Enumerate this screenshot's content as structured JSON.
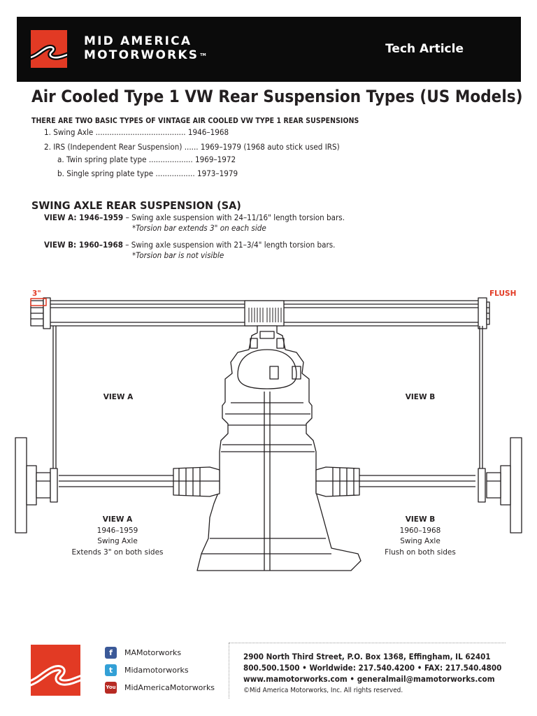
{
  "header": {
    "brand_line1": "MID AMERICA",
    "brand_line2": "MOTORWORKS",
    "tm": "TM",
    "tag": "Tech Article"
  },
  "title": "Air Cooled Type 1 VW Rear Suspension Types (US Models)",
  "intro": {
    "heading": "THERE ARE TWO BASIC TYPES OF VINTAGE AIR COOLED VW TYPE 1 REAR SUSPENSIONS",
    "items": [
      "1. Swing Axle ....................................... 1946–1968",
      "2. IRS (Independent Rear Suspension) ...... 1969–1979 (1968 auto stick used IRS)",
      "a. Twin spring plate type ................... 1969–1972",
      "b. Single spring plate type ................. 1973–1979"
    ]
  },
  "section": {
    "heading": "SWING AXLE REAR SUSPENSION (SA)",
    "view_a_label": "VIEW A: 1946–1959",
    "view_a_text": " – Swing axle suspension with 24–11/16\" length torsion bars.",
    "view_a_note": "*Torsion bar extends 3\" on each side",
    "view_b_label": "VIEW B: 1960–1968",
    "view_b_text": " – Swing axle suspension with 21–3/4\" length torsion bars.",
    "view_b_note": "*Torsion bar is not visible"
  },
  "diagram": {
    "left_measure": "3\"",
    "right_measure": "FLUSH",
    "upper_left": "VIEW A",
    "upper_right": "VIEW B",
    "view_a": {
      "title": "VIEW A",
      "years": "1946–1959",
      "type": "Swing Axle",
      "note": "Extends 3\" on both sides"
    },
    "view_b": {
      "title": "VIEW B",
      "years": "1960–1968",
      "type": "Swing Axle",
      "note": "Flush on both sides"
    }
  },
  "footer": {
    "social": [
      {
        "icon": "facebook-icon",
        "glyph": "f",
        "color": "#3b5998",
        "label": "MAMotorworks"
      },
      {
        "icon": "twitter-icon",
        "glyph": "t",
        "color": "#33a0d6",
        "label": "Midamotorworks"
      },
      {
        "icon": "youtube-icon",
        "glyph": "You",
        "color": "#b72a23",
        "label": "MidAmericaMotorworks"
      }
    ],
    "address": "2900 North Third Street, P.O. Box 1368, Effingham, IL 62401",
    "phones": "800.500.1500 • Worldwide: 217.540.4200 • FAX: 217.540.4800",
    "web": "www.mamotorworks.com • generalmail@mamotorworks.com",
    "copyright": "©Mid America Motorworks, Inc. All rights reserved."
  },
  "colors": {
    "brand_red": "#e23a24",
    "header_black": "#0b0b0b",
    "text": "#231f20"
  }
}
